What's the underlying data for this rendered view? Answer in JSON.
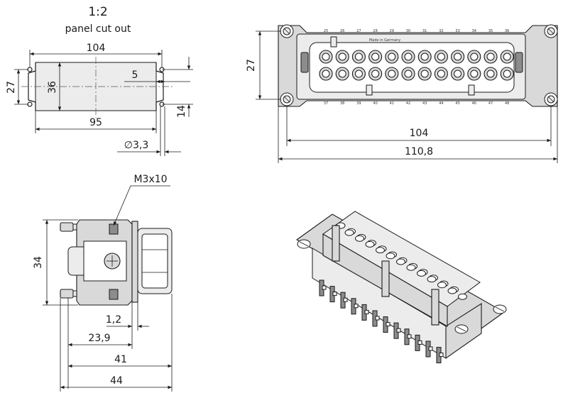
{
  "scale": "1:2",
  "cutout_caption": "panel cut out",
  "dims": {
    "cut_width": "104",
    "cut_height": "36",
    "cut_27": "27",
    "cut_5": "5",
    "cut_14": "14",
    "cut_95": "95",
    "cut_hole": "∅3,3",
    "front_27": "27",
    "front_104": "104",
    "front_110": "110,8",
    "side_34": "34",
    "side_1_2": "1,2",
    "side_23_9": "23,9",
    "side_41": "41",
    "side_44": "44",
    "screw": "M3x10"
  },
  "pins_top": [
    "25",
    "26",
    "27",
    "28",
    "29",
    "30",
    "31",
    "32",
    "33",
    "34",
    "35",
    "36"
  ],
  "pins_bottom": [
    "37",
    "38",
    "39",
    "40",
    "41",
    "42",
    "43",
    "44",
    "45",
    "46",
    "47",
    "48"
  ],
  "made_in": "Made in Germany"
}
